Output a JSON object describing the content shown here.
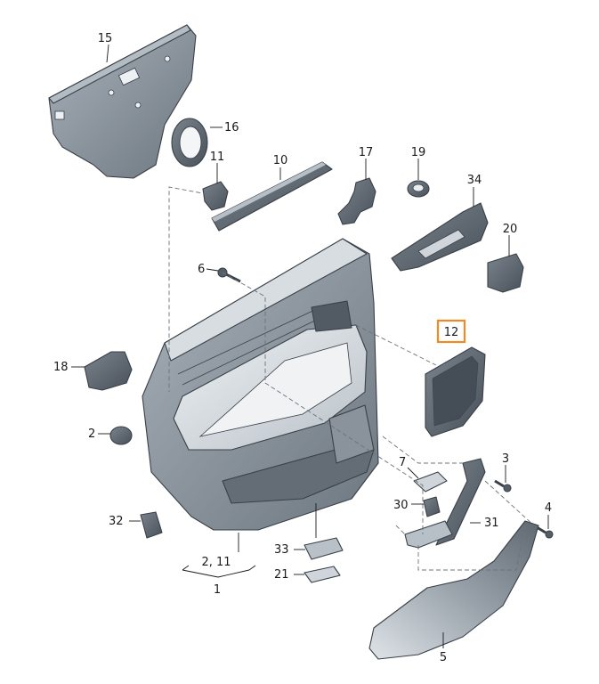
{
  "callouts": {
    "c15": "15",
    "c16": "16",
    "c10": "10",
    "c11": "11",
    "c17": "17",
    "c19": "19",
    "c34": "34",
    "c20": "20",
    "c6": "6",
    "c12": "12",
    "c18": "18",
    "c2": "2",
    "c7": "7",
    "c3": "3",
    "c30": "30",
    "c31": "31",
    "c32": "32",
    "c4": "4",
    "c33": "33",
    "c21": "21",
    "c5": "5",
    "c1": "1",
    "c2_11": "2, 11"
  },
  "colors": {
    "part_fill": "#c9d0d6",
    "part_dark": "#58616a",
    "part_mid": "#8e979f",
    "part_light": "#e3e7ea",
    "highlight_box": "#f08a24"
  }
}
